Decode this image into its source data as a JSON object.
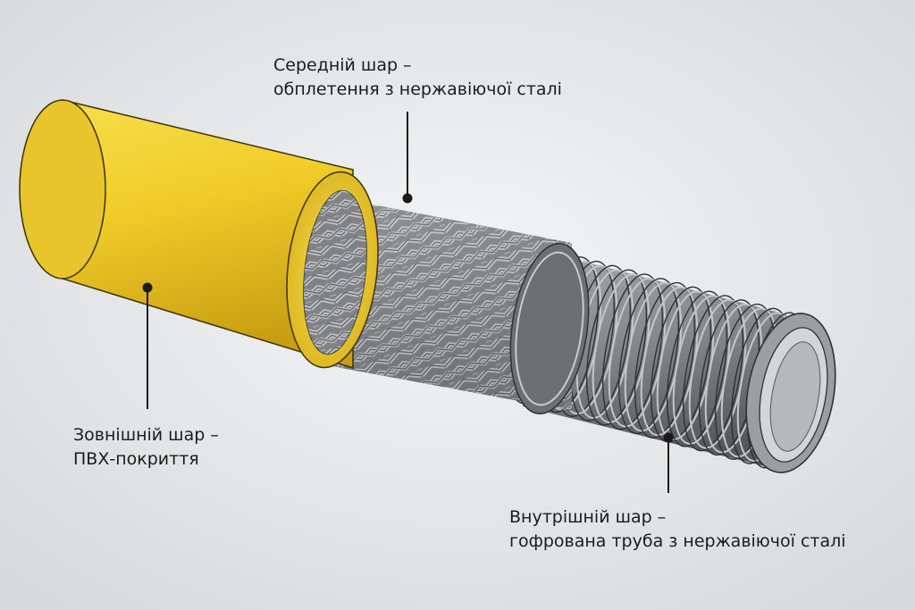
{
  "labels": {
    "middle": {
      "line1": "Середній шар –",
      "line2": "обплетення з нержавіючої сталі"
    },
    "outer": {
      "line1": "Зовнішній шар –",
      "line2": "ПВХ-покриття"
    },
    "inner": {
      "line1": "Внутрішній шар –",
      "line2": "гофрована труба з нержавіючої сталі"
    }
  },
  "colors": {
    "background": "#e9eaec",
    "pvc": "#f2d02a",
    "braid": "#8d8f93",
    "corrugated": "#8a8c90",
    "leader": "#1a1a1a"
  }
}
